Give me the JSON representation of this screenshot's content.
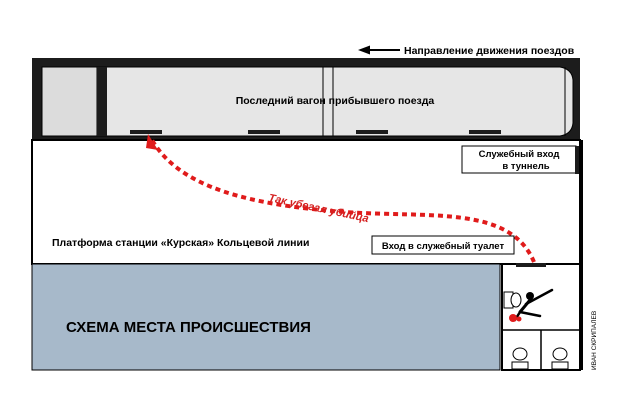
{
  "labels": {
    "direction": "Направление движения поездов",
    "last_car": "Последний вагон прибывшего поезда",
    "service_entrance_line1": "Служебный вход",
    "service_entrance_line2": "в туннель",
    "killer_path": "Так убегал убийца",
    "platform": "Платформа станции «Курская» Кольцевой линии",
    "toilet_entrance": "Вход в служебный туалет",
    "title": "СХЕМА МЕСТА ПРОИСШЕСТВИЯ",
    "credit": "ИВАН СКРИПАЛЕВ"
  },
  "colors": {
    "track": "#1c1c1c",
    "train_fill": "#e6e6e6",
    "route": "#e01b1b",
    "route_label": "#d42020",
    "area_fill": "#a7b9ca",
    "victim_mark": "#e01b1b",
    "outline": "#000000"
  },
  "icons": [
    "direction-arrow-icon",
    "toilet-icon",
    "victim-figure-icon"
  ]
}
